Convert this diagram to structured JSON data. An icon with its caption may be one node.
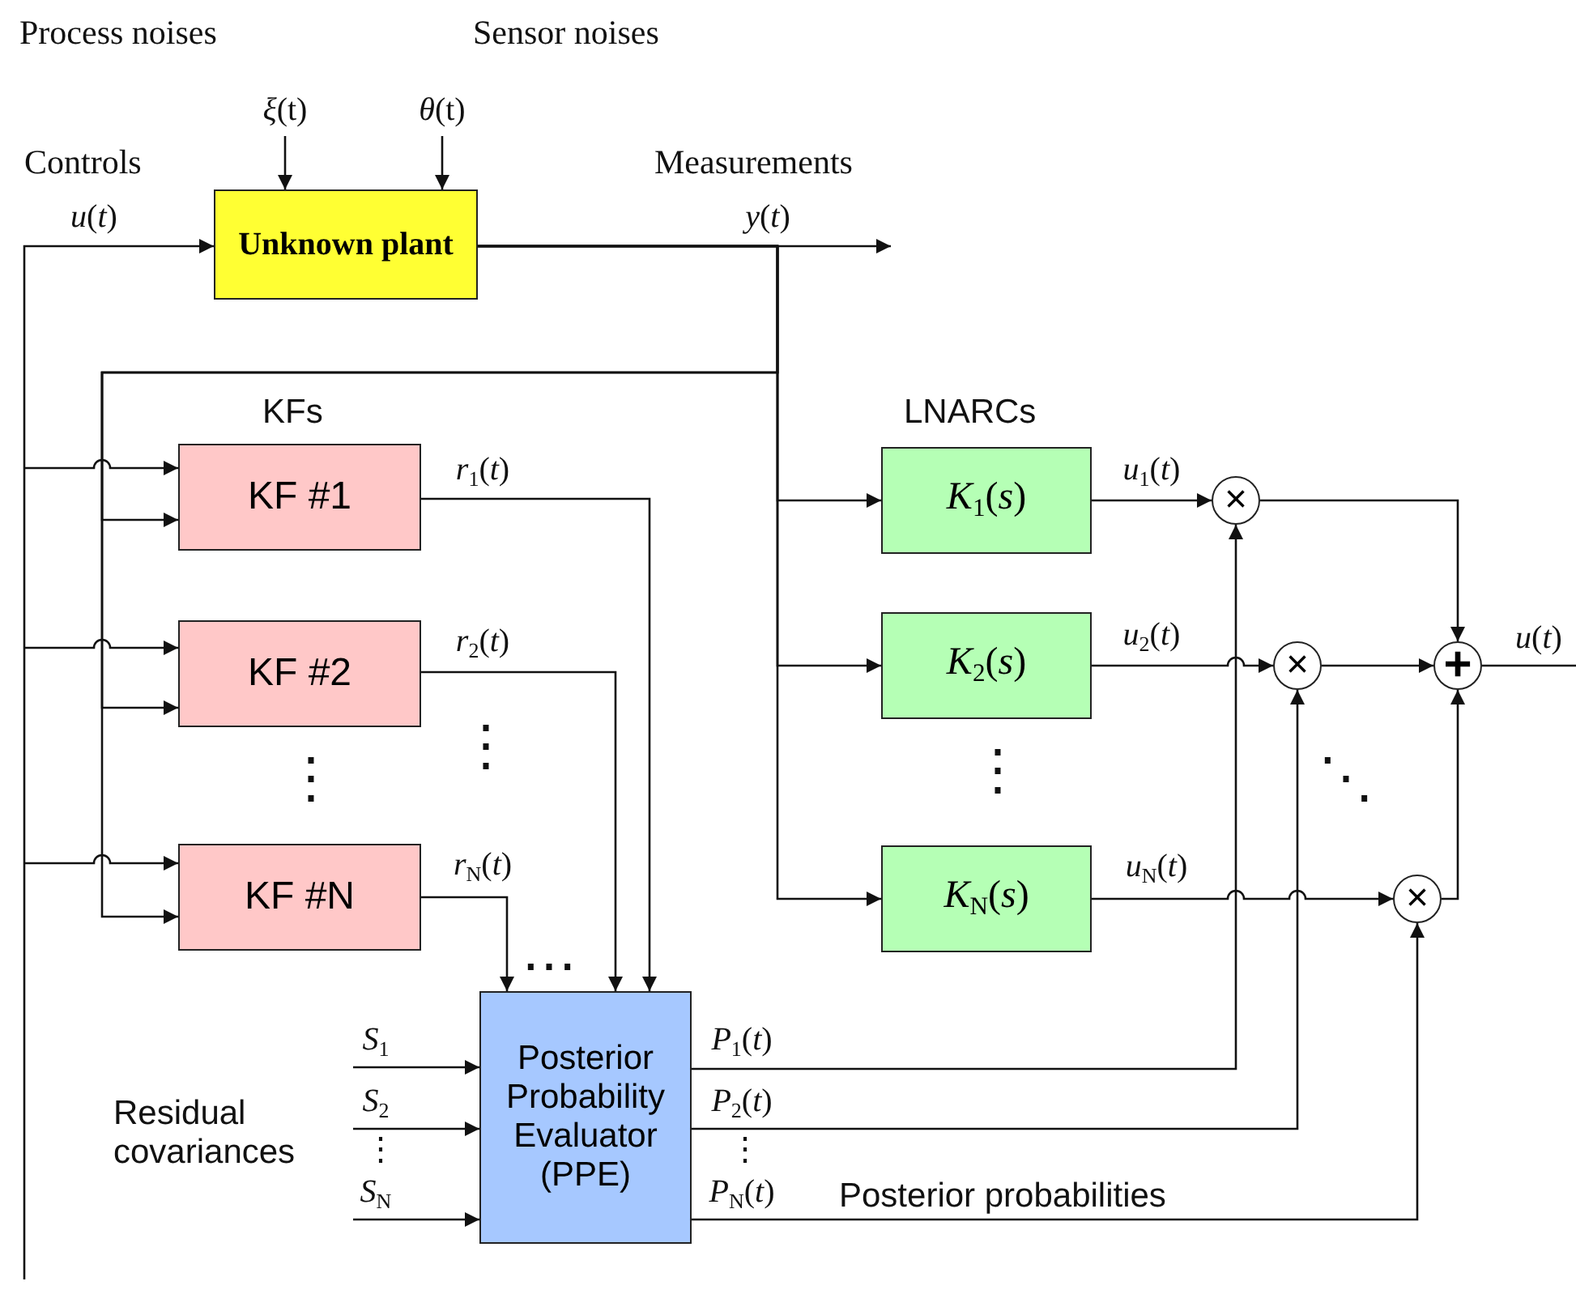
{
  "diagram": {
    "nodes": [
      {
        "text": [
          "Unknown plant"
        ]
      },
      {
        "text": [
          "KF #1"
        ]
      },
      {
        "text": [
          "KF #2"
        ]
      },
      {
        "text": [
          "KF #N"
        ]
      },
      {
        "text": [
          "*K*$_{1}$(*s*)"
        ]
      },
      {
        "text": [
          "*K*$_{2}$(*s*)"
        ]
      },
      {
        "text": [
          "*K*$_{N}$(*s*)"
        ]
      },
      {
        "text": [
          "×"
        ]
      },
      {
        "text": [
          "×"
        ]
      },
      {
        "text": [
          "×"
        ]
      },
      {
        "text": [
          "+"
        ]
      },
      {
        "text": [
          "Posterior Probability Evaluator (PPE)"
        ]
      }
    ],
    "edges": [
      {
        "from": null,
        "to": 0,
        "arrow": "to",
        "label": "*ξ*(t)"
      },
      {
        "from": null,
        "to": 0,
        "arrow": "to",
        "label": "*θ*(t)"
      },
      {
        "from": null,
        "to": 0,
        "arrow": "to",
        "label": "*u*(*t*)"
      },
      {
        "from": 0,
        "to": null,
        "arrow": "to",
        "label": "*y*(*t*)"
      },
      {
        "from": 0,
        "to": 1,
        "arrow": "to"
      },
      {
        "from": 0,
        "to": 2,
        "arrow": "to"
      },
      {
        "from": 0,
        "to": 3,
        "arrow": "to"
      },
      {
        "from": 0,
        "to": 4,
        "arrow": "to"
      },
      {
        "from": 0,
        "to": 5,
        "arrow": "to"
      },
      {
        "from": 0,
        "to": 6,
        "arrow": "to"
      },
      {
        "from": null,
        "to": 1,
        "arrow": "to"
      },
      {
        "from": null,
        "to": 2,
        "arrow": "to"
      },
      {
        "from": null,
        "to": 3,
        "arrow": "to"
      },
      {
        "from": 1,
        "to": 11,
        "arrow": "to",
        "label": "*r*$_{1}$(*t*)"
      },
      {
        "from": 2,
        "to": 11,
        "arrow": "to",
        "label": "*r*$_{2}$(*t*)"
      },
      {
        "from": 3,
        "to": 11,
        "arrow": "to",
        "label": "*r*$_{N}$(*t*)"
      },
      {
        "from": null,
        "to": 11,
        "arrow": "to",
        "label": "*S*$_{1}$"
      },
      {
        "from": null,
        "to": 11,
        "arrow": "to",
        "label": "*S*$_{2}$"
      },
      {
        "from": null,
        "to": 11,
        "arrow": "to",
        "label": "*S*$_{N}$"
      },
      {
        "from": 11,
        "to": 7,
        "arrow": "to",
        "label": "*P*$_{1}$(*t*)"
      },
      {
        "from": 11,
        "to": 8,
        "arrow": "to",
        "label": "*P*$_{2}$(*t*)"
      },
      {
        "from": 11,
        "to": 9,
        "arrow": "to",
        "label": "*P*$_{N}$(*t*)"
      },
      {
        "from": 4,
        "to": 7,
        "arrow": "to",
        "label": "*u*$_{1}$(*t*)"
      },
      {
        "from": 5,
        "to": 8,
        "arrow": "to",
        "label": "*u*$_{2}$(*t*)"
      },
      {
        "from": 6,
        "to": 9,
        "arrow": "to",
        "label": "*u*$_{N}$(*t*)"
      },
      {
        "from": 7,
        "to": 10,
        "arrow": "to"
      },
      {
        "from": 8,
        "to": 10,
        "arrow": "to"
      },
      {
        "from": 9,
        "to": 10,
        "arrow": "to"
      },
      {
        "from": 10,
        "to": null,
        "arrow": "none",
        "label": "*u*(*t*)"
      }
    ],
    "labels": [
      "Process noises",
      "Sensor noises",
      "Controls",
      "Measurements",
      "KFs",
      "LNARCs",
      "⋮",
      "⋮",
      "⋮",
      "⋱",
      "⋯",
      "Residual covariances",
      "⋮",
      "⋮",
      "Posterior probabilities"
    ]
  }
}
